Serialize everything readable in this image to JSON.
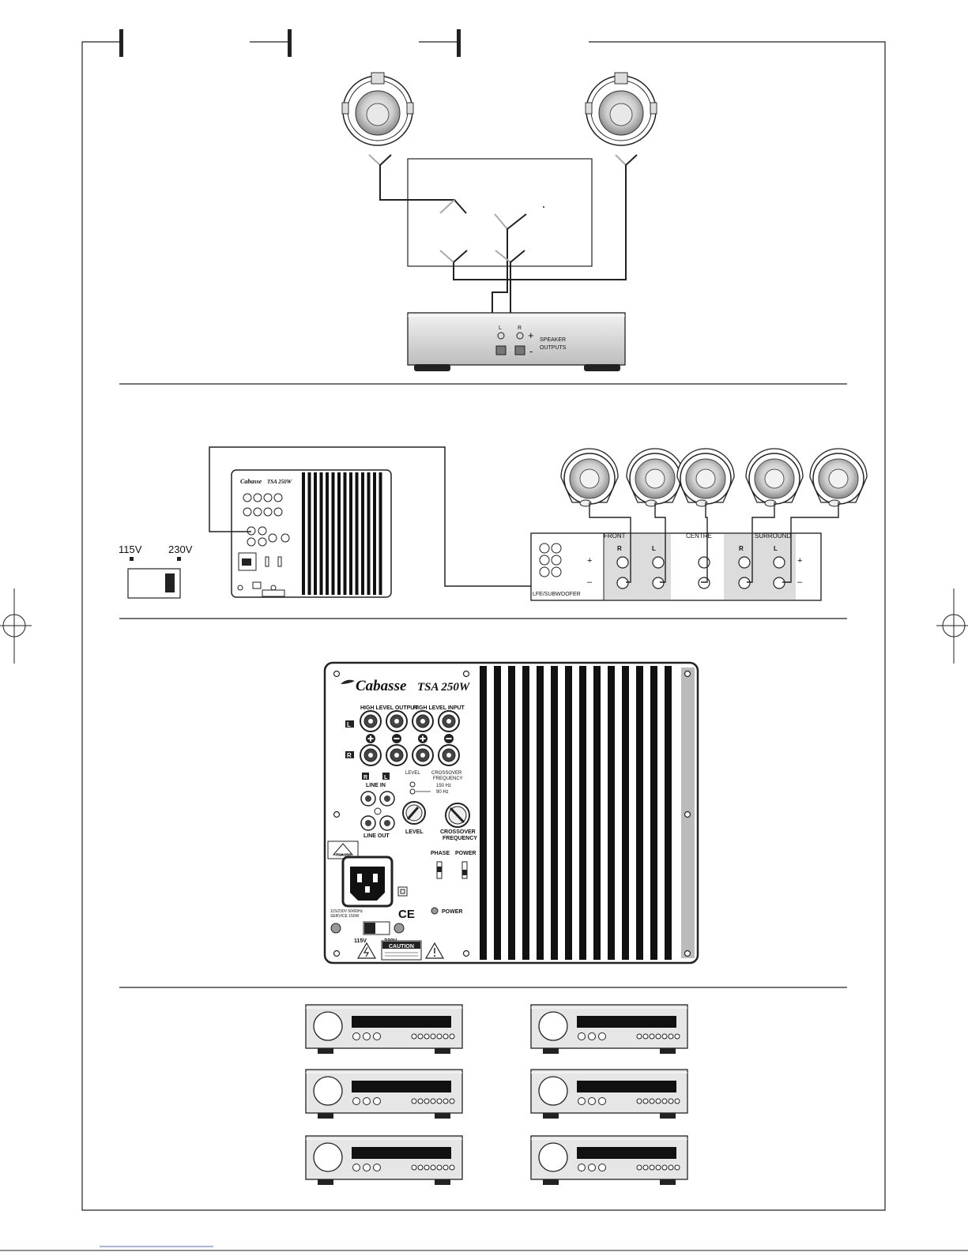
{
  "amp": {
    "channel_l": "L",
    "channel_r": "R",
    "plus": "+",
    "minus": "-",
    "speaker_outputs_line1": "SPEAKER",
    "speaker_outputs_line2": "OUTPUTS"
  },
  "voltage": {
    "v115": "115V",
    "v230": "230V"
  },
  "receiver": {
    "front": "FRONT",
    "centre": "CENTRE",
    "surround": "SURROUND",
    "r": "R",
    "l": "L",
    "plus": "+",
    "minus": "–",
    "lfe": "LFE/SUBWOOFER"
  },
  "panel": {
    "brand": "Cabasse",
    "model": "TSA 250W",
    "high_level_output": "HIGH LEVEL OUTPUT",
    "high_level_input": "HIGH LEVEL INPUT",
    "row_l": "L",
    "row_r": "R",
    "line_in": "LINE IN",
    "line_out": "LINE OUT",
    "level": "LEVEL",
    "level_small": "LEVEL",
    "crossover_small_1": "CROSSOVER",
    "crossover_small_2": "FREQUENCY",
    "freq_150": "150 Hz",
    "freq_90": "90 Hz",
    "crossover_1": "CROSSOVER",
    "crossover_2": "FREQUENCY",
    "phase": "PHASE",
    "power": "POWER",
    "power_led": "POWER",
    "v115": "115V",
    "v230": "230V",
    "caution": "CAUTION",
    "mains_1": "115/230V 50/60Hz",
    "mains_2": "SERVICE 150W",
    "ce": "CE",
    "warning_label": "TSA 250"
  },
  "small_panel": {
    "brand": "Cabasse",
    "model": "TSA 250W"
  }
}
